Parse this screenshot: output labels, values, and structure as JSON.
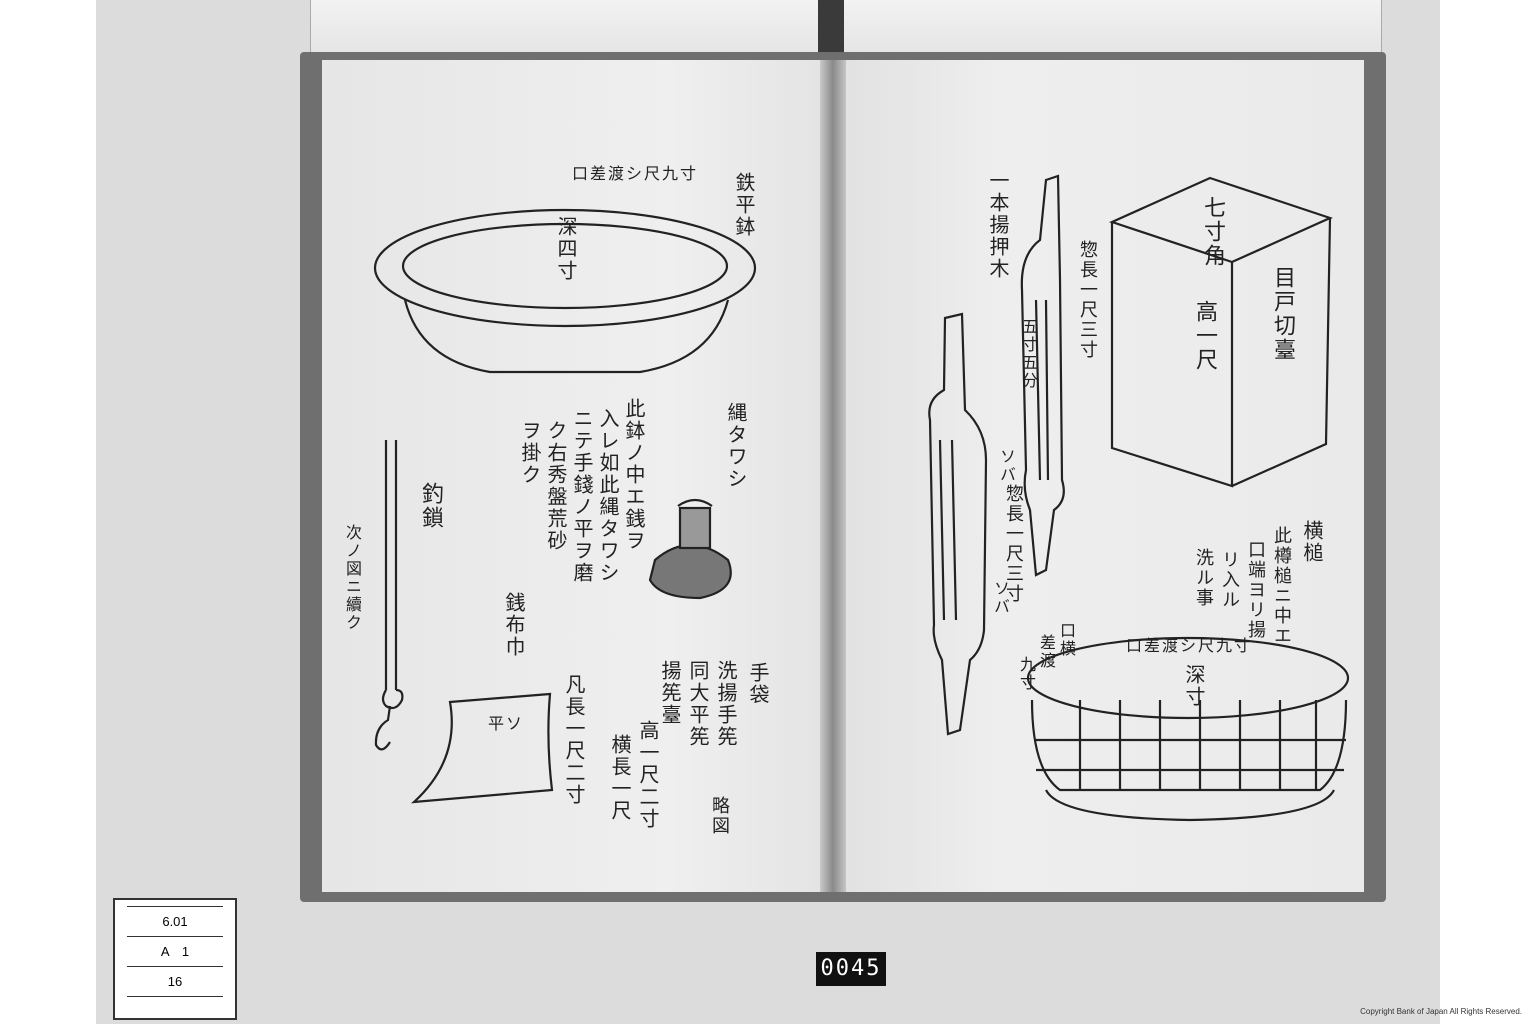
{
  "left_page": {
    "bowl_title": "鉄平鉢",
    "bowl_dim_top": "口差渡シ尺九寸",
    "bowl_depth": "深四寸",
    "tawashi_title": "縄タワシ",
    "usage_note": [
      "此鉢ノ中エ銭ヲ",
      "入レ如此縄タワシ",
      "ニテ手錢ノ平ヲ磨",
      "ク右秀盤荒砂",
      "ヲ掛ク"
    ],
    "chain_title": "釣鎖",
    "chain_note": "次ノ図ニ續ク",
    "cloth_title": "銭布巾",
    "cloth_dim": "凡長一尺二寸",
    "cloth_mark": "平ソ",
    "handbag_title": "手袋",
    "handbag_lines": [
      "洗揚手筅",
      "同大平筅",
      "揚筅臺"
    ],
    "handbag_dims": [
      "高一尺二寸",
      "横長一尺"
    ],
    "figure_label": "略図"
  },
  "right_page": {
    "press_title": "一本揚押木",
    "press_length_1": "惣長一尺三寸",
    "press_width_1": "五寸五分",
    "press_length_2": "惣長一尺三寸",
    "press_mark_1": "ソバ",
    "press_mark_2": "ソバ",
    "box_side_label": "七寸角",
    "box_height": "高一尺",
    "box_title": "目戸切臺",
    "tub_title": "横槌",
    "tub_note": [
      "此樽槌ニ中エ",
      "口端ヨリ揚",
      "リ入ル",
      "洗ル事"
    ],
    "tub_dim_top": "口差渡シ尺九寸",
    "tub_dim_side": [
      "口横",
      "差渡",
      "九寸"
    ],
    "tub_depth": "深寸"
  },
  "archive_tag": [
    "6.01",
    "A　1",
    "16"
  ],
  "frame_number": "0045",
  "copyright": "Copyright Bank of Japan All Rights Reserved."
}
